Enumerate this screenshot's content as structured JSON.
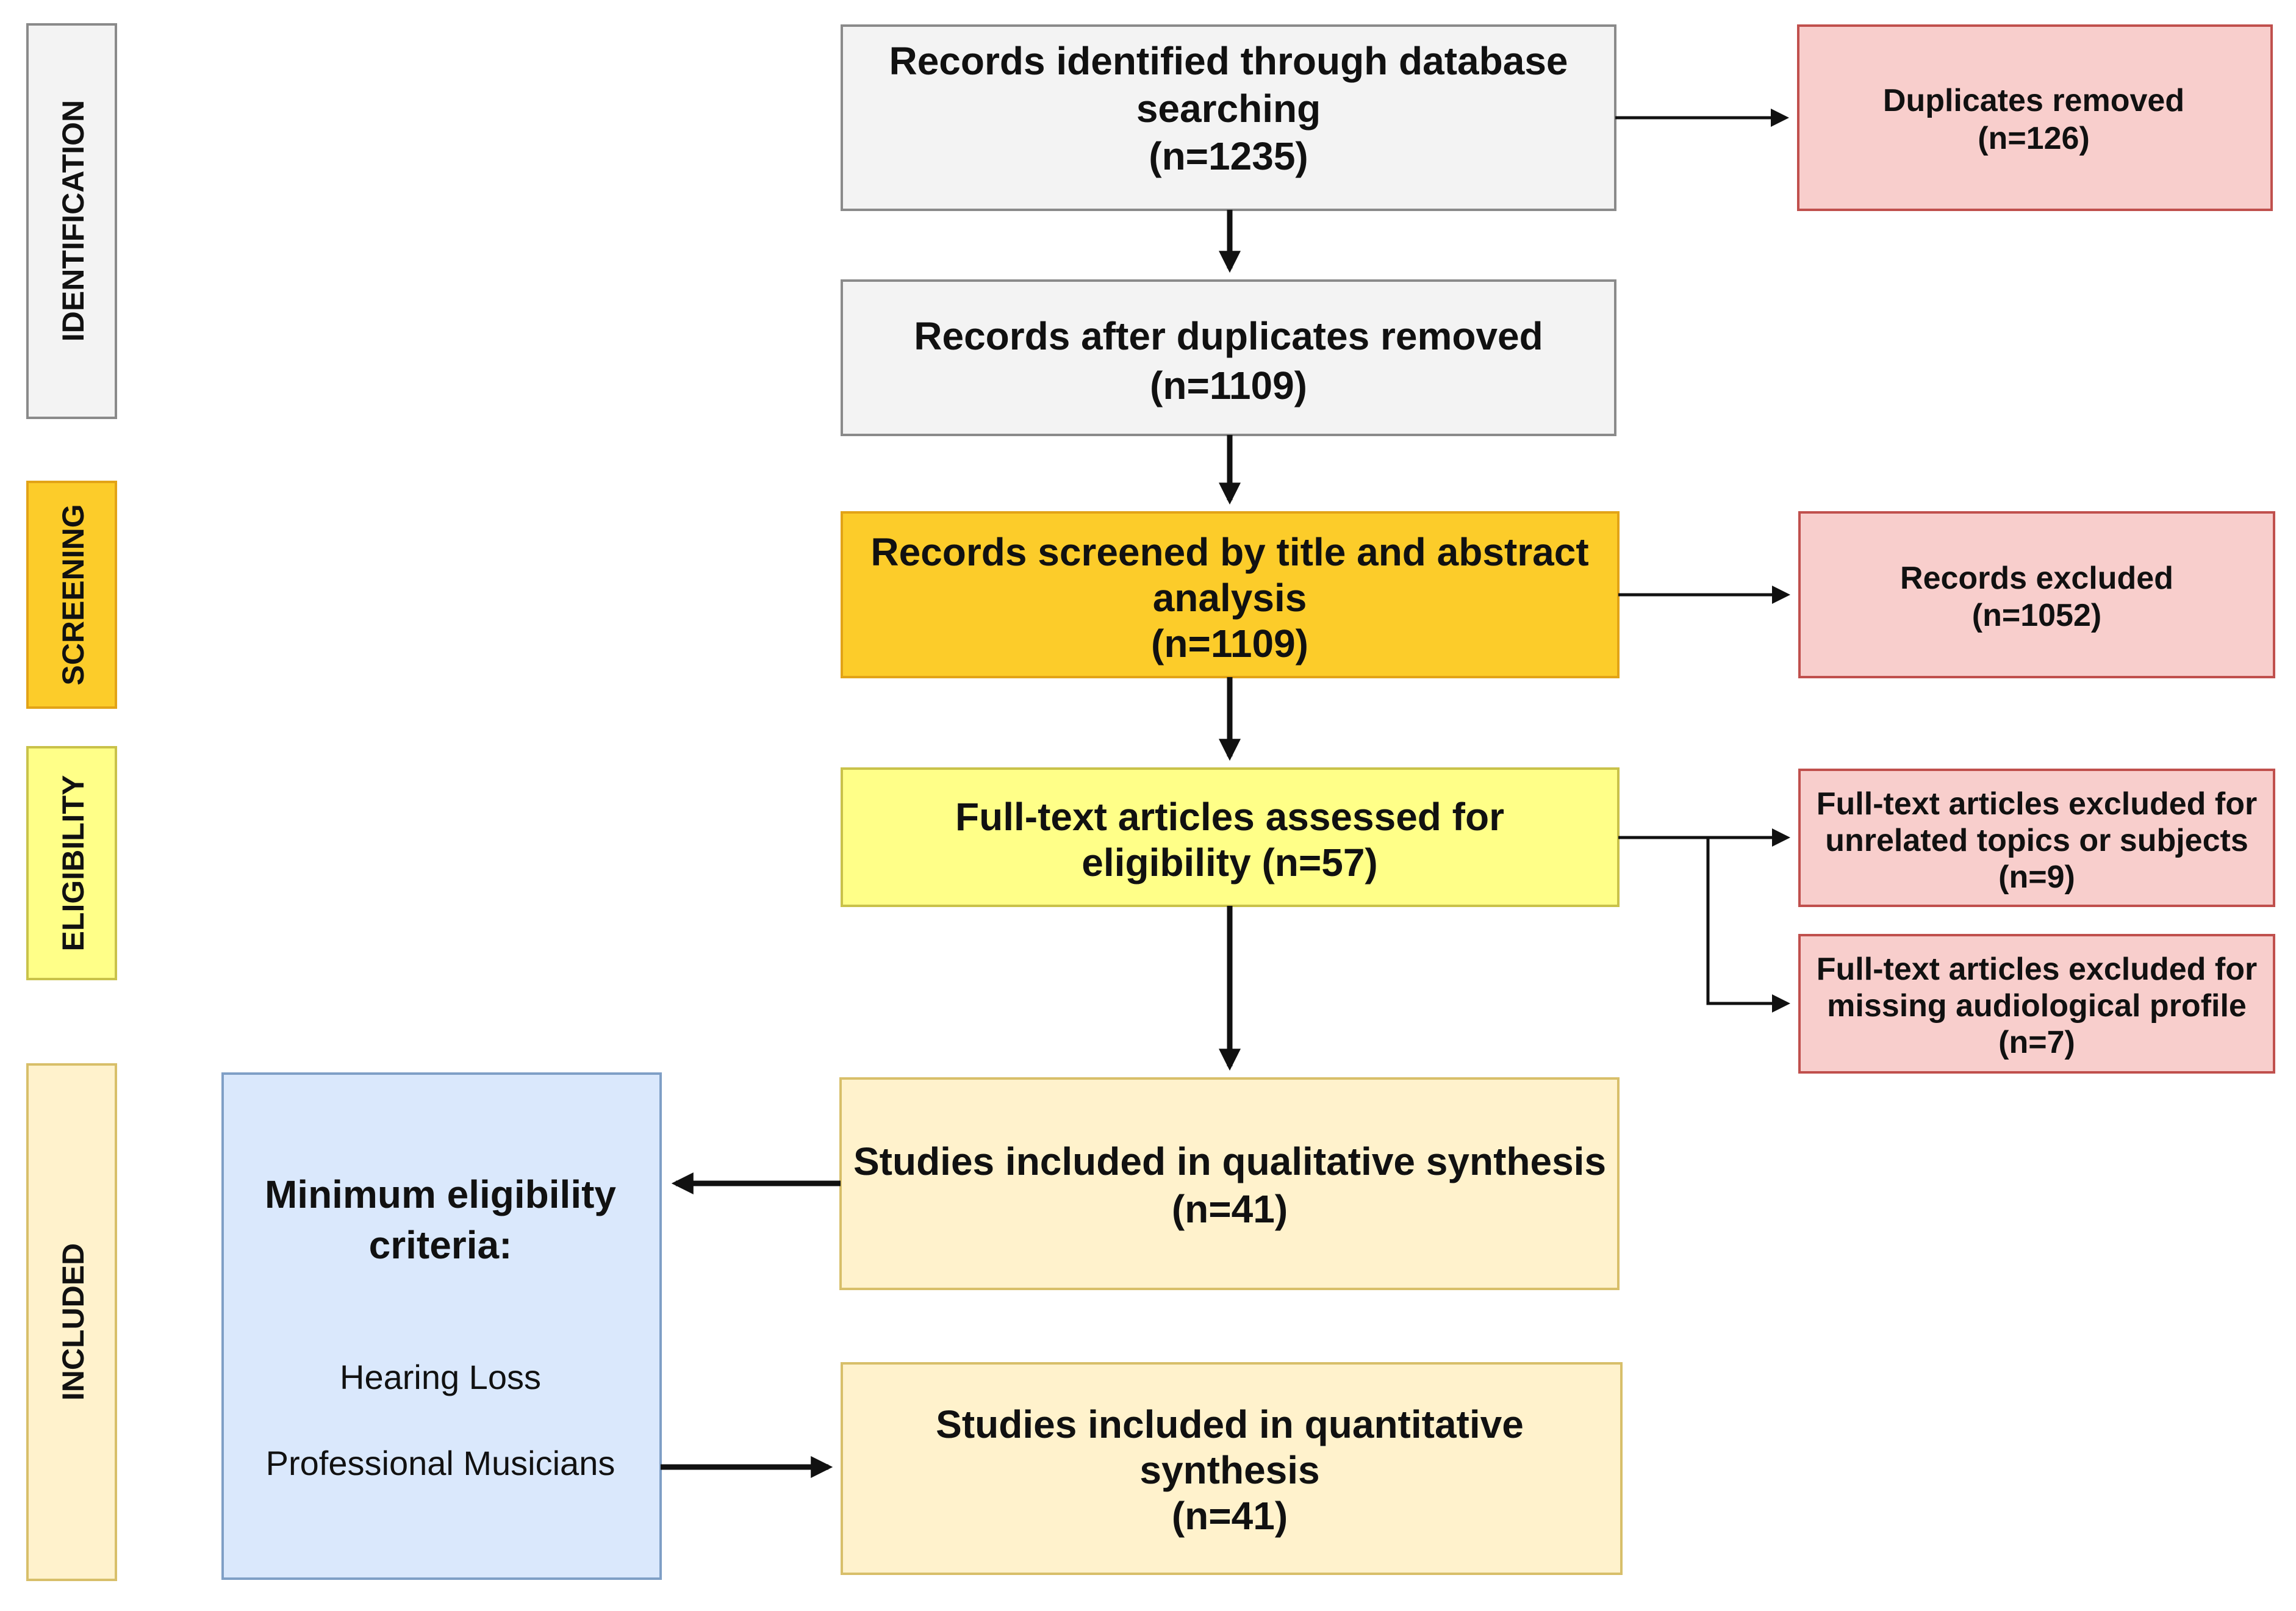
{
  "stages": {
    "identification": "IDENTIFICATION",
    "screening": "SCREENING",
    "eligibility": "ELIGIBILITY",
    "included": "INCLUDED"
  },
  "boxes": {
    "identified": {
      "line1": "Records identified through database",
      "line2": "searching",
      "line3": "(n=1235)"
    },
    "after_duplicates": {
      "line1": "Records after duplicates removed",
      "line2": "(n=1109)"
    },
    "screened": {
      "line1": "Records screened by title and abstract",
      "line2": "analysis",
      "line3": "(n=1109)"
    },
    "full_text": {
      "line1": "Full-text articles assessed for",
      "line2": "eligibility (n=57)"
    },
    "qualitative": {
      "line1": "Studies included in qualitative synthesis",
      "line2": "(n=41)"
    },
    "quantitative": {
      "line1": "Studies included in quantitative",
      "line2": "synthesis",
      "line3": "(n=41)"
    }
  },
  "side_boxes": {
    "duplicates": {
      "line1": "Duplicates removed",
      "line2": "(n=126)"
    },
    "excluded": {
      "line1": "Records excluded",
      "line2": "(n=1052)"
    },
    "excluded_unrelated": {
      "line1": "Full-text articles excluded for",
      "line2": "unrelated topics or subjects",
      "line3": "(n=9)"
    },
    "excluded_missing": {
      "line1": "Full-text articles excluded for",
      "line2": "missing audiological profile",
      "line3": "(n=7)"
    }
  },
  "criteria": {
    "title_line1": "Minimum eligibility",
    "title_line2": "criteria:",
    "item1": "Hearing Loss",
    "item2": "Professional Musicians"
  },
  "colors": {
    "gray_fill": "#f3f3f3",
    "gray_stroke": "#8a8a8a",
    "orange_fill": "#fccc2a",
    "orange_stroke": "#e2a317",
    "yellow_fill": "#ffff88",
    "yellow_stroke": "#c9c24a",
    "cream_fill": "#fff2cc",
    "cream_stroke": "#d8bf6a",
    "pink_fill": "#f8cecc",
    "pink_stroke": "#c0504d",
    "blue_fill": "#dae8fc",
    "blue_stroke": "#7f9fc6"
  }
}
